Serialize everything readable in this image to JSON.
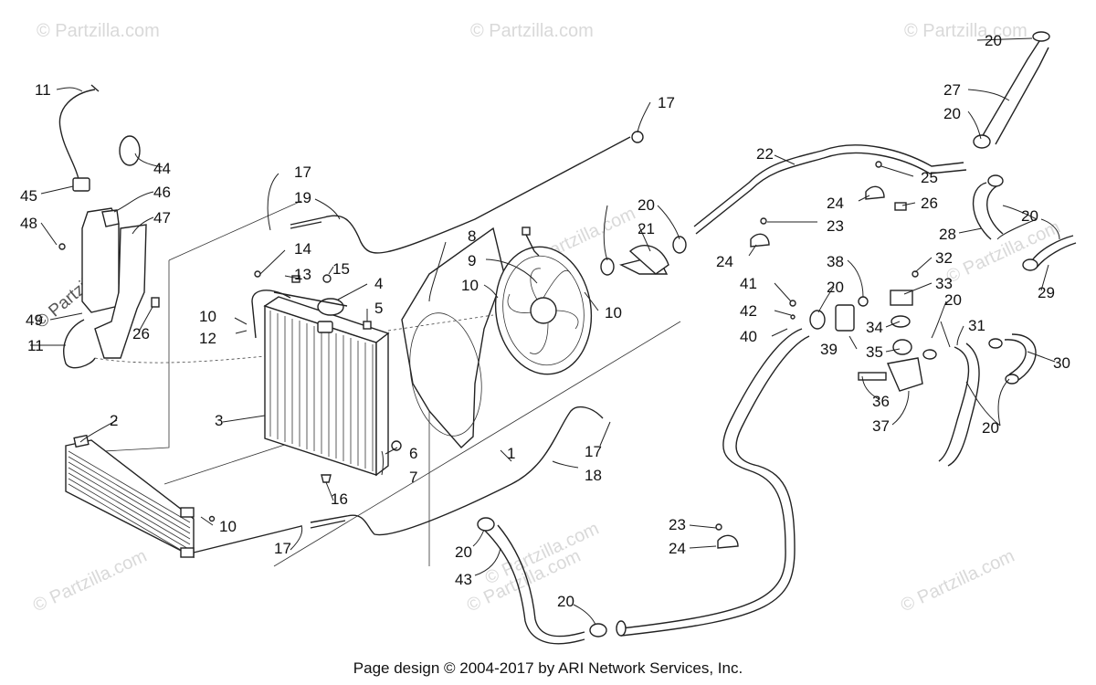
{
  "watermark": {
    "text": "© Partzilla.com"
  },
  "footer": {
    "text": "Page design © 2004-2017 by ARI Network Services, Inc."
  },
  "callouts": {
    "c1": "1",
    "c2": "2",
    "c3": "3",
    "c4": "4",
    "c5": "5",
    "c6": "6",
    "c7": "7",
    "c8": "8",
    "c9": "9",
    "c10a": "10",
    "c10b": "10",
    "c10c": "10",
    "c10d": "10",
    "c11a": "11",
    "c11b": "11",
    "c12": "12",
    "c13": "13",
    "c14": "14",
    "c15": "15",
    "c16": "16",
    "c17a": "17",
    "c17b": "17",
    "c17c": "17",
    "c17d": "17",
    "c18": "18",
    "c19": "19",
    "c20a": "20",
    "c20b": "20",
    "c20c": "20",
    "c20d": "20",
    "c20e": "20",
    "c20f": "20",
    "c20g": "20",
    "c20h": "20",
    "c20i": "20",
    "c21": "21",
    "c22": "22",
    "c23a": "23",
    "c23b": "23",
    "c24a": "24",
    "c24b": "24",
    "c24c": "24",
    "c25": "25",
    "c26a": "26",
    "c26b": "26",
    "c27": "27",
    "c28": "28",
    "c29": "29",
    "c30": "30",
    "c31": "31",
    "c32": "32",
    "c33": "33",
    "c34": "34",
    "c35": "35",
    "c36": "36",
    "c37": "37",
    "c38": "38",
    "c39": "39",
    "c40": "40",
    "c41": "41",
    "c42": "42",
    "c43": "43",
    "c44": "44",
    "c45": "45",
    "c46": "46",
    "c47": "47",
    "c48": "48",
    "c49": "49"
  }
}
